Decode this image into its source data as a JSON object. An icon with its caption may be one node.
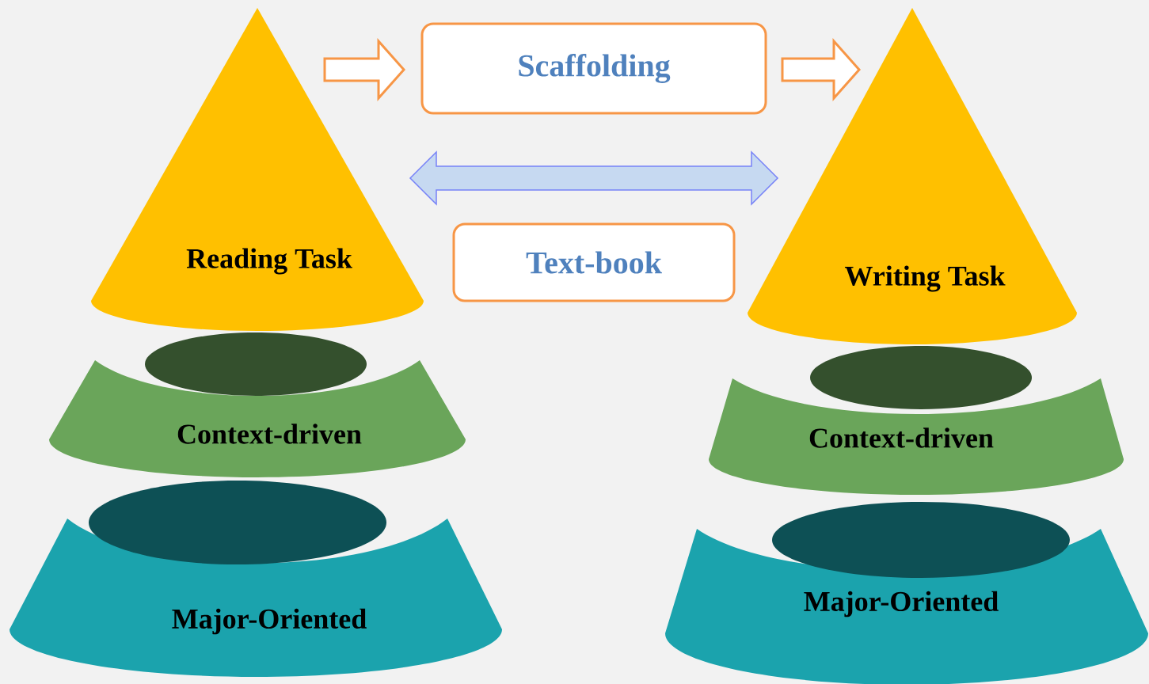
{
  "diagram": {
    "nodes": [
      {
        "text": [
          "Reading  Task"
        ]
      },
      {
        "text": [
          "Context-driven"
        ]
      },
      {
        "text": [
          "Major-Oriented"
        ]
      },
      {
        "text": [
          "Scaffolding"
        ]
      },
      {
        "text": [
          "Text-book"
        ]
      },
      {
        "text": [
          "Writing Task"
        ]
      },
      {
        "text": [
          "Context-driven"
        ]
      },
      {
        "text": [
          "Major-Oriented"
        ]
      }
    ],
    "edges": [
      {
        "from": 0,
        "to": 3,
        "arrow": "to"
      },
      {
        "from": 3,
        "to": 5,
        "arrow": "to"
      },
      {
        "from": 0,
        "to": 5,
        "arrow": "both",
        "color": "#c6d9f1"
      }
    ]
  }
}
